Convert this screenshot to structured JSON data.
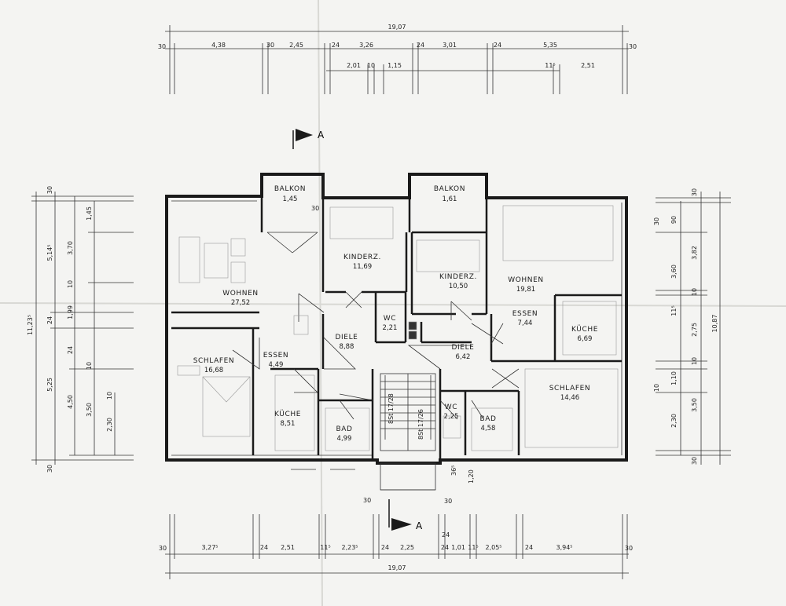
{
  "rooms": [
    {
      "id": "balkon-left",
      "name": "BALKON",
      "area": "1,45"
    },
    {
      "id": "balkon-right",
      "name": "BALKON",
      "area": "1,61"
    },
    {
      "id": "wohnen-left",
      "name": "WOHNEN",
      "area": "27,52"
    },
    {
      "id": "kinderz-left",
      "name": "KINDERZ.",
      "area": "11,69"
    },
    {
      "id": "kinderz-right",
      "name": "KINDERZ.",
      "area": "10,50"
    },
    {
      "id": "wohnen-right",
      "name": "WOHNEN",
      "area": "19,81"
    },
    {
      "id": "wc-left",
      "name": "WC",
      "area": "2,21"
    },
    {
      "id": "essen-right",
      "name": "ESSEN",
      "area": "7,44"
    },
    {
      "id": "kueche-right",
      "name": "KÜCHE",
      "area": "6,69"
    },
    {
      "id": "diele-left",
      "name": "DIELE",
      "area": "8,88"
    },
    {
      "id": "diele-right",
      "name": "DIELE",
      "area": "6,42"
    },
    {
      "id": "schlafen-left",
      "name": "SCHLAFEN",
      "area": "16,68"
    },
    {
      "id": "essen-left",
      "name": "ESSEN",
      "area": "4,49"
    },
    {
      "id": "schlafen-right",
      "name": "SCHLAFEN",
      "area": "14,46"
    },
    {
      "id": "wc-right",
      "name": "WC",
      "area": "2,25"
    },
    {
      "id": "kueche-left",
      "name": "KÜCHE",
      "area": "8,51"
    },
    {
      "id": "bad-left",
      "name": "BAD",
      "area": "4,99"
    },
    {
      "id": "bad-right",
      "name": "BAD",
      "area": "4,58"
    }
  ],
  "stairs": {
    "left": "8St 17/28",
    "right": "8St 17/26"
  },
  "section_marks": {
    "top": "A",
    "bottom": "A"
  },
  "dims_top_total": "19,07",
  "dims_top_row1": [
    "30",
    "4,38",
    "30",
    "2,45",
    "24",
    "3,26",
    "24",
    "3,01",
    "24",
    "5,35",
    "30"
  ],
  "dims_top_row2": [
    "2,01",
    "10",
    "1,15",
    "11⁵",
    "2,51"
  ],
  "dims_bottom_row": [
    "30",
    "3,27⁵",
    "24",
    "2,51",
    "11⁵",
    "2,23⁵",
    "24",
    "2,25",
    "24",
    "1,01",
    "11⁵",
    "2,05⁵",
    "24",
    "3,94⁵",
    "30"
  ],
  "dims_bottom_total": "19,07",
  "dims_bottom_misc": [
    "30",
    "30",
    "24",
    "36⁵",
    "1,20"
  ],
  "dims_left_outer": [
    "30",
    "11,23⁵",
    "5,14⁵",
    "24",
    "5,25",
    "30"
  ],
  "dims_left_inner": [
    "1,45",
    "3,70",
    "10",
    "1,99",
    "24",
    "10",
    "4,50",
    "3,50",
    "10",
    "2,30"
  ],
  "dims_right_outer": [
    "30",
    "10,87"
  ],
  "dims_right_inner": [
    "30",
    "90",
    "3,82",
    "3,60",
    "11⁵",
    "10",
    "2,75",
    "10",
    "1,10",
    "10",
    "3,50",
    "2,30",
    "30"
  ]
}
